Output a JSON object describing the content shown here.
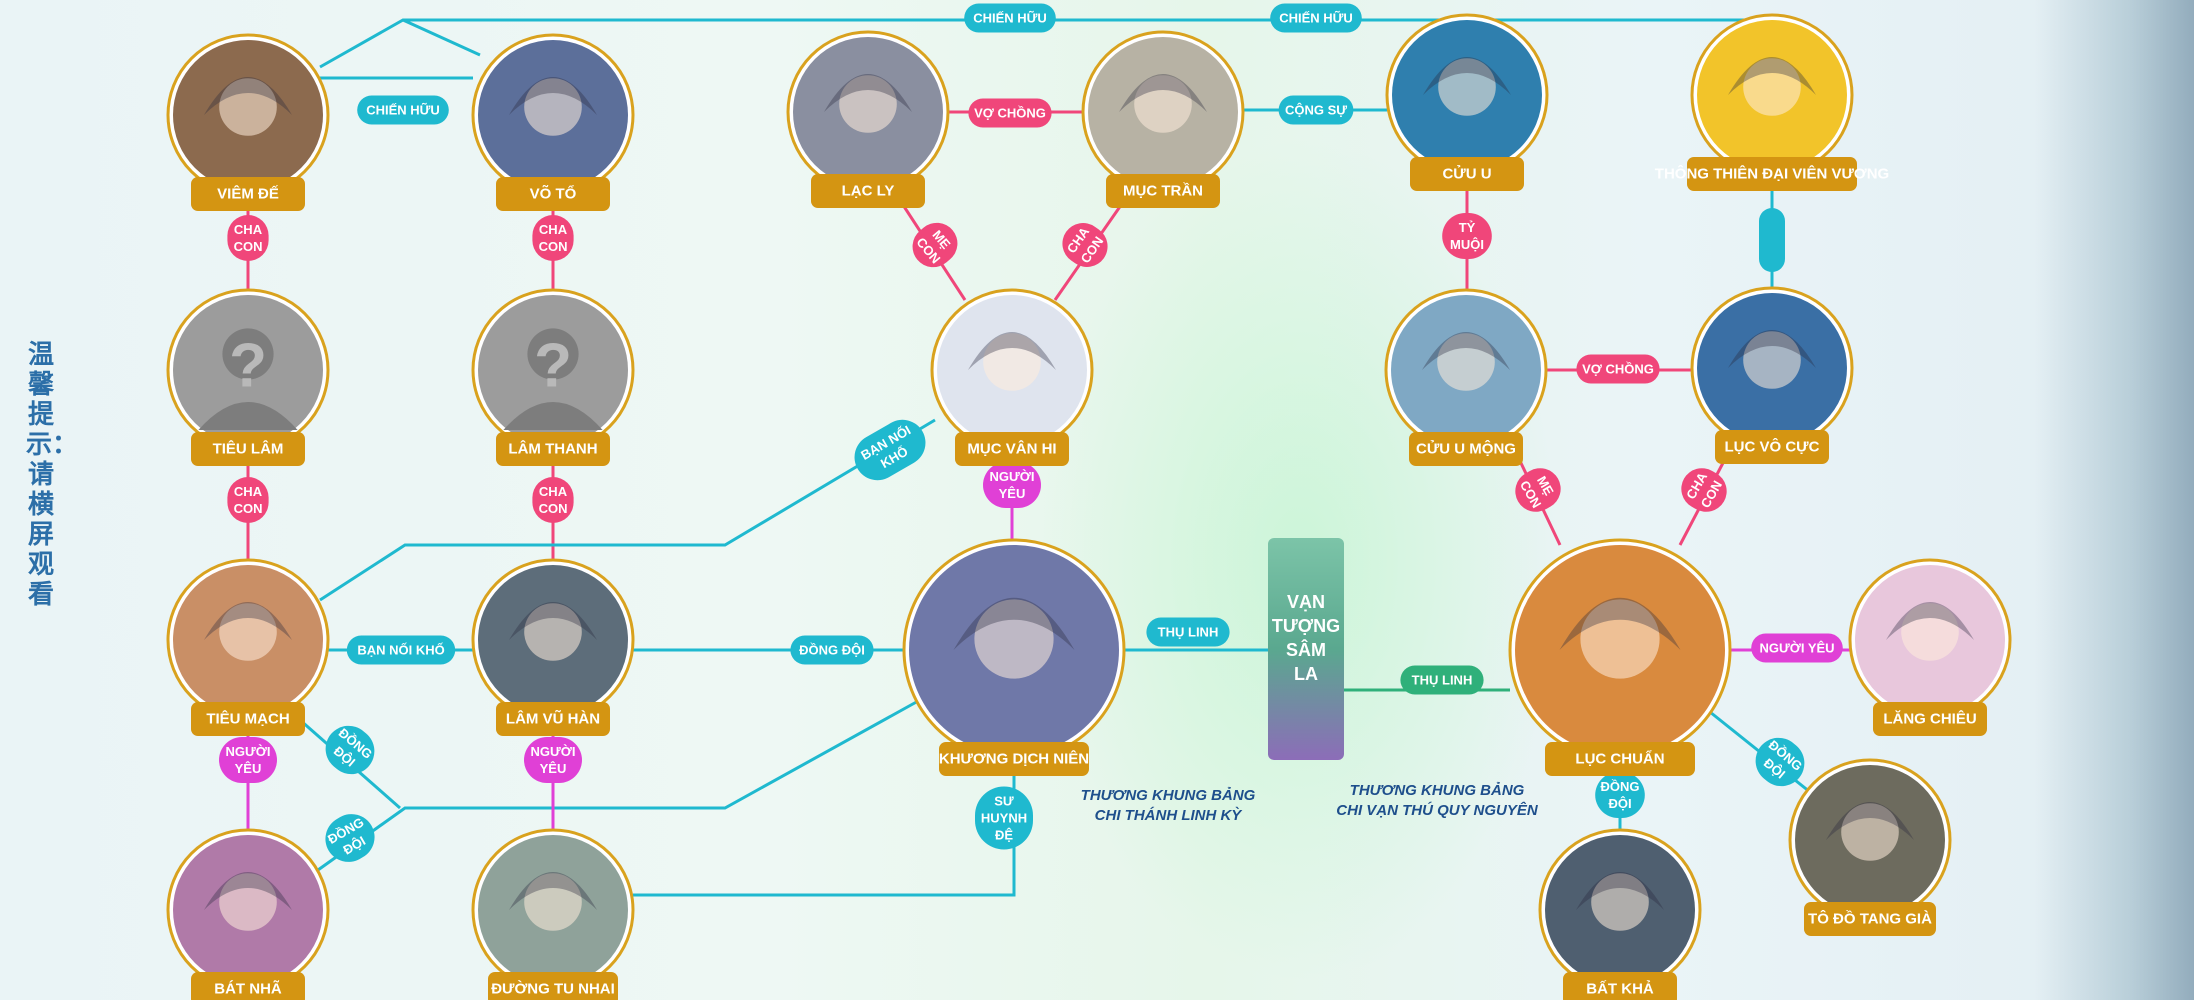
{
  "side_note": "温馨提示：请横屏观看",
  "center_label": "VẠN TƯỢNG SÂM LA",
  "region_labels": {
    "left": "THƯƠNG KHUNG BẢNG CHI THÁNH LINH KỲ",
    "right": "THƯƠNG KHUNG BẢNG CHI VẠN THÚ QUY NGUYÊN"
  },
  "colors": {
    "teal": "#1fb9cf",
    "pink": "#f0467a",
    "magenta": "#e040d6",
    "gold": "#d49512",
    "green": "#2fb07a"
  },
  "nodes": [
    {
      "id": "viem_de",
      "name": "VIÊM ĐẾ",
      "photo": "#8c6a4e",
      "unknown": false
    },
    {
      "id": "vo_to",
      "name": "VÕ TỔ",
      "photo": "#5c6f9a",
      "unknown": false
    },
    {
      "id": "lac_ly",
      "name": "LẠC LY",
      "photo": "#8a8fa0",
      "unknown": false
    },
    {
      "id": "muc_tran",
      "name": "MỤC TRẦN",
      "photo": "#b7b2a4",
      "unknown": false
    },
    {
      "id": "cuu_u",
      "name": "CỬU U",
      "photo": "#2f7fae",
      "unknown": false
    },
    {
      "id": "thong_thien",
      "name": "THÔNG THIÊN ĐẠI VIÊN VƯƠNG",
      "photo": "#f2c42a",
      "unknown": false
    },
    {
      "id": "tieu_lam",
      "name": "TIÊU LÂM",
      "photo": "#9c9c9c",
      "unknown": true
    },
    {
      "id": "lam_thanh",
      "name": "LÂM THANH",
      "photo": "#9c9c9c",
      "unknown": true
    },
    {
      "id": "muc_van_hi",
      "name": "MỤC VÂN HI",
      "photo": "#dfe4ee",
      "unknown": false
    },
    {
      "id": "cuu_u_mong",
      "name": "CỬU U MỘNG",
      "photo": "#7fa8c4",
      "unknown": false
    },
    {
      "id": "luc_vo_cuc",
      "name": "LỤC VÔ CỰC",
      "photo": "#3a6fa5",
      "unknown": false
    },
    {
      "id": "tieu_mach",
      "name": "TIÊU MẠCH",
      "photo": "#c98f66",
      "unknown": false
    },
    {
      "id": "lam_vu_han",
      "name": "LÂM VŨ HÀN",
      "photo": "#5d6d7a",
      "unknown": false
    },
    {
      "id": "khuong_dich_nien",
      "name": "KHƯƠNG DỊCH NIÊN",
      "photo": "#6f78a8",
      "unknown": false
    },
    {
      "id": "luc_chuan",
      "name": "LỤC CHUẨN",
      "photo": "#d98a3e",
      "unknown": false
    },
    {
      "id": "lang_chieu",
      "name": "LĂNG CHIÊU",
      "photo": "#e8c7dc",
      "unknown": false
    },
    {
      "id": "bat_nha",
      "name": "BÁT NHÃ",
      "photo": "#b07aa8",
      "unknown": false
    },
    {
      "id": "duong_tu_nhai",
      "name": "ĐƯỜNG TU NHAI",
      "photo": "#8fa29a",
      "unknown": false
    },
    {
      "id": "bat_kha",
      "name": "BẤT KHẢ",
      "photo": "#4f5f70",
      "unknown": false
    },
    {
      "id": "to_do_tang_gia",
      "name": "TÔ ĐỒ TANG GIÀ",
      "photo": "#6d6b5e",
      "unknown": false
    }
  ],
  "relations": [
    {
      "label": "CHIẾN HỮU",
      "color": "teal"
    },
    {
      "label": "CHIẾN HỮU",
      "color": "teal"
    },
    {
      "label": "CHIẾN HỮU",
      "color": "teal"
    },
    {
      "label": "VỢ CHỒNG",
      "color": "pink"
    },
    {
      "label": "CỘNG SỰ",
      "color": "teal"
    },
    {
      "label": "CHA CON",
      "color": "pink"
    },
    {
      "label": "CHA CON",
      "color": "pink"
    },
    {
      "label": "MẸ CON",
      "color": "pink"
    },
    {
      "label": "CHA CON",
      "color": "pink"
    },
    {
      "label": "TỶ MUỘI",
      "color": "pink"
    },
    {
      "label": "",
      "color": "teal"
    },
    {
      "label": "VỢ CHỒNG",
      "color": "pink"
    },
    {
      "label": "CHA CON",
      "color": "pink"
    },
    {
      "label": "CHA CON",
      "color": "pink"
    },
    {
      "label": "BẠN NỐI KHỐ",
      "color": "teal"
    },
    {
      "label": "NGƯỜI YÊU",
      "color": "magenta"
    },
    {
      "label": "MẸ CON",
      "color": "pink"
    },
    {
      "label": "CHA CON",
      "color": "pink"
    },
    {
      "label": "BẠN NỐI KHỐ",
      "color": "teal"
    },
    {
      "label": "ĐỒNG ĐỘI",
      "color": "teal"
    },
    {
      "label": "NGƯỜI YÊU",
      "color": "magenta"
    },
    {
      "label": "ĐỒNG ĐỘI",
      "color": "teal"
    },
    {
      "label": "ĐỒNG ĐỘI",
      "color": "teal"
    },
    {
      "label": "NGƯỜI YÊU",
      "color": "magenta"
    },
    {
      "label": "SƯ HUYNH ĐỆ",
      "color": "teal"
    },
    {
      "label": "THỤ LINH",
      "color": "teal"
    },
    {
      "label": "THỤ LINH",
      "color": "green"
    },
    {
      "label": "NGƯỜI YÊU",
      "color": "magenta"
    },
    {
      "label": "ĐỒNG ĐỘI",
      "color": "teal"
    },
    {
      "label": "ĐỒNG ĐỘI",
      "color": "teal"
    }
  ]
}
